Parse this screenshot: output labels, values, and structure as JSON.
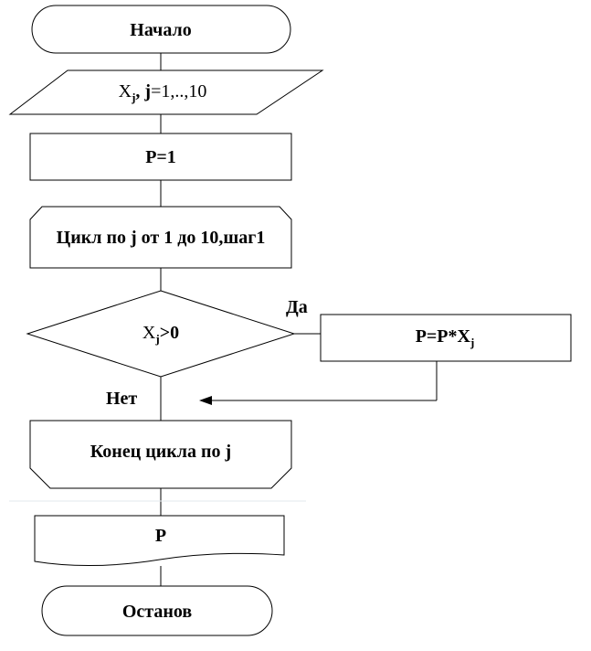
{
  "start": {
    "label": "Начало"
  },
  "input": {
    "var": "X",
    "sub": "j",
    "mid": ", ",
    "jbold": "j",
    "range": "=1,..,10"
  },
  "init": {
    "label": "P=1"
  },
  "loop_start": {
    "label": "Цикл по j от 1 до 10,шаг1"
  },
  "condition": {
    "var": "X",
    "sub": "j",
    "rest": ">0"
  },
  "yes_label": "Да",
  "no_label": "Нет",
  "assign": {
    "lhs": "P=P*X",
    "sub": "j"
  },
  "loop_end": {
    "label": "Конец цикла по j"
  },
  "output": {
    "label": "P"
  },
  "stop": {
    "label": "Останов"
  }
}
